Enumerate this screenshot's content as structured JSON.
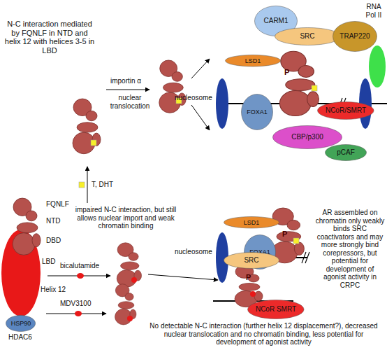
{
  "diagram": {
    "nodes": [
      {
        "text": [
          "CARM1"
        ]
      },
      {
        "text": [
          "SRC"
        ]
      },
      {
        "text": [
          "TRAP220"
        ]
      },
      {
        "text": [
          "LSD1"
        ]
      },
      {
        "text": [
          "FOXA1"
        ]
      },
      {
        "text": [
          "NCoR/SMRT"
        ]
      },
      {
        "text": [
          "CBP/p300"
        ]
      },
      {
        "text": [
          "pCAF"
        ]
      },
      {
        "text": [
          "LSD1"
        ]
      },
      {
        "text": [
          "FOXA1"
        ]
      },
      {
        "text": [
          "HSP90"
        ]
      },
      {
        "text": [
          "SRC"
        ]
      },
      {
        "text": [
          "NCoR SMRT"
        ]
      }
    ],
    "labels": [
      "N-C interaction mediated by FQNLF in NTD and helix 12 with helices 3-5 in LBD",
      "importin α",
      "nuclear translocation",
      "T, DHT",
      "nucleosome",
      "P",
      "nucleosome",
      "P",
      "FQNLF",
      "NTD",
      "DBD",
      "LBD",
      "Helix 12",
      "bicalutamide",
      "impaired N-C interaction, but still allows nuclear import and weak chromatin binding",
      "P",
      "AR assembled on chromatin only weakly binds SRC coactivators and may more strongly bind corepressors, but potential for development of agonist activity in CRPC",
      "MDV3100",
      "No detectable N-C interaction (further helix 12 displacement?), decreased nuclear translocation and no chromatin binding, less potential for development of agonist activity",
      "HDAC6",
      "RNA Pol II"
    ]
  }
}
